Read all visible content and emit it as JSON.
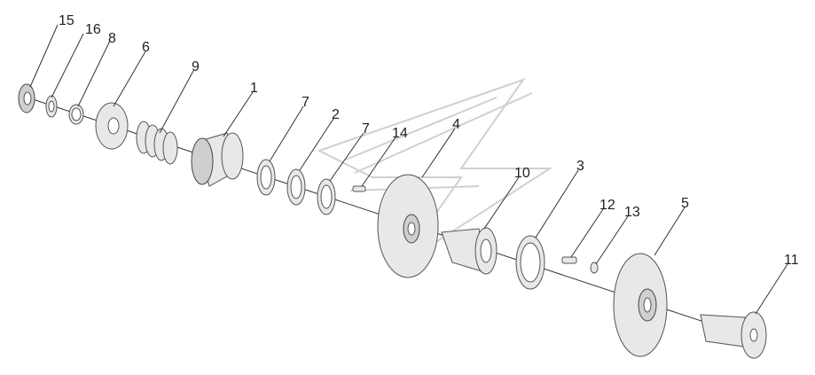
{
  "callouts": [
    {
      "id": "15",
      "label": "15"
    },
    {
      "id": "16",
      "label": "16"
    },
    {
      "id": "8",
      "label": "8"
    },
    {
      "id": "6",
      "label": "6"
    },
    {
      "id": "9",
      "label": "9"
    },
    {
      "id": "1",
      "label": "1"
    },
    {
      "id": "7a",
      "label": "7"
    },
    {
      "id": "2",
      "label": "2"
    },
    {
      "id": "7b",
      "label": "7"
    },
    {
      "id": "14",
      "label": "14"
    },
    {
      "id": "4",
      "label": "4"
    },
    {
      "id": "10",
      "label": "10"
    },
    {
      "id": "3",
      "label": "3"
    },
    {
      "id": "12",
      "label": "12"
    },
    {
      "id": "13",
      "label": "13"
    },
    {
      "id": "5",
      "label": "5"
    },
    {
      "id": "11",
      "label": "11"
    }
  ]
}
